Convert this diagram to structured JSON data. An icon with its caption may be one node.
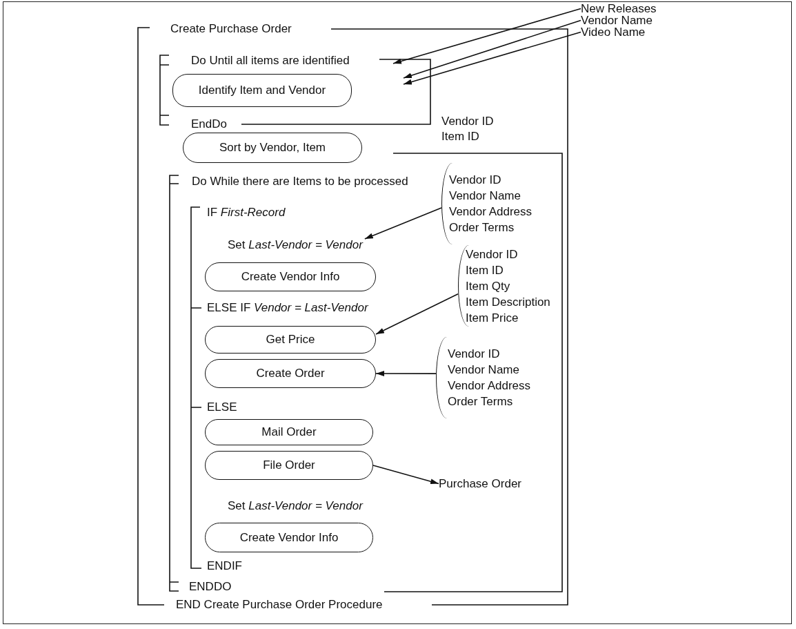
{
  "diagram": {
    "nodes": [
      {
        "text": [
          "New Releases"
        ]
      },
      {
        "text": [
          "Vendor Name"
        ]
      },
      {
        "text": [
          "Video Name"
        ]
      },
      {
        "text": [
          "Identify Item and Vendor"
        ]
      },
      {
        "text": [
          "Sort by Vendor, Item"
        ]
      },
      {
        "text": [
          "Vendor ID",
          "Vendor Name",
          "Vendor Address",
          "Order Terms"
        ]
      },
      {
        "text": [
          "Create Vendor Info"
        ]
      },
      {
        "text": [
          "Vendor ID",
          "Item ID",
          "Item Qty",
          "Item Description",
          "Item Price"
        ]
      },
      {
        "text": [
          "Get Price"
        ]
      },
      {
        "text": [
          "Create Order"
        ]
      },
      {
        "text": [
          "Vendor ID",
          "Vendor Name",
          "Vendor Address",
          "Order Terms"
        ]
      },
      {
        "text": [
          "Mail Order"
        ]
      },
      {
        "text": [
          "File Order"
        ]
      },
      {
        "text": [
          "Purchase Order"
        ]
      },
      {
        "text": [
          "Create Vendor Info"
        ]
      },
      {
        "text": [
          "Set *Last-Vendor = Vendor*"
        ]
      }
    ],
    "edges": [
      {
        "from": 0,
        "to": null,
        "arrow": "to"
      },
      {
        "from": 1,
        "to": null,
        "arrow": "to"
      },
      {
        "from": 2,
        "to": null,
        "arrow": "to"
      },
      {
        "from": 5,
        "to": 15,
        "arrow": "to"
      },
      {
        "from": 7,
        "to": 8,
        "arrow": "to"
      },
      {
        "from": 10,
        "to": 9,
        "arrow": "to"
      },
      {
        "from": 12,
        "to": 13,
        "arrow": "to"
      }
    ],
    "labels": [
      "Create Purchase Order",
      "Do Until all items are identified",
      "EndDo",
      "Vendor ID",
      "Item ID",
      "Do While there are Items to be processed",
      "IF *First-Record*",
      "ELSE IF *Vendor = Last-Vendor*",
      "ELSE",
      "Set *Last-Vendor = Vendor*",
      "ENDIF",
      "ENDDO",
      "END Create Purchase Order Procedure"
    ]
  }
}
